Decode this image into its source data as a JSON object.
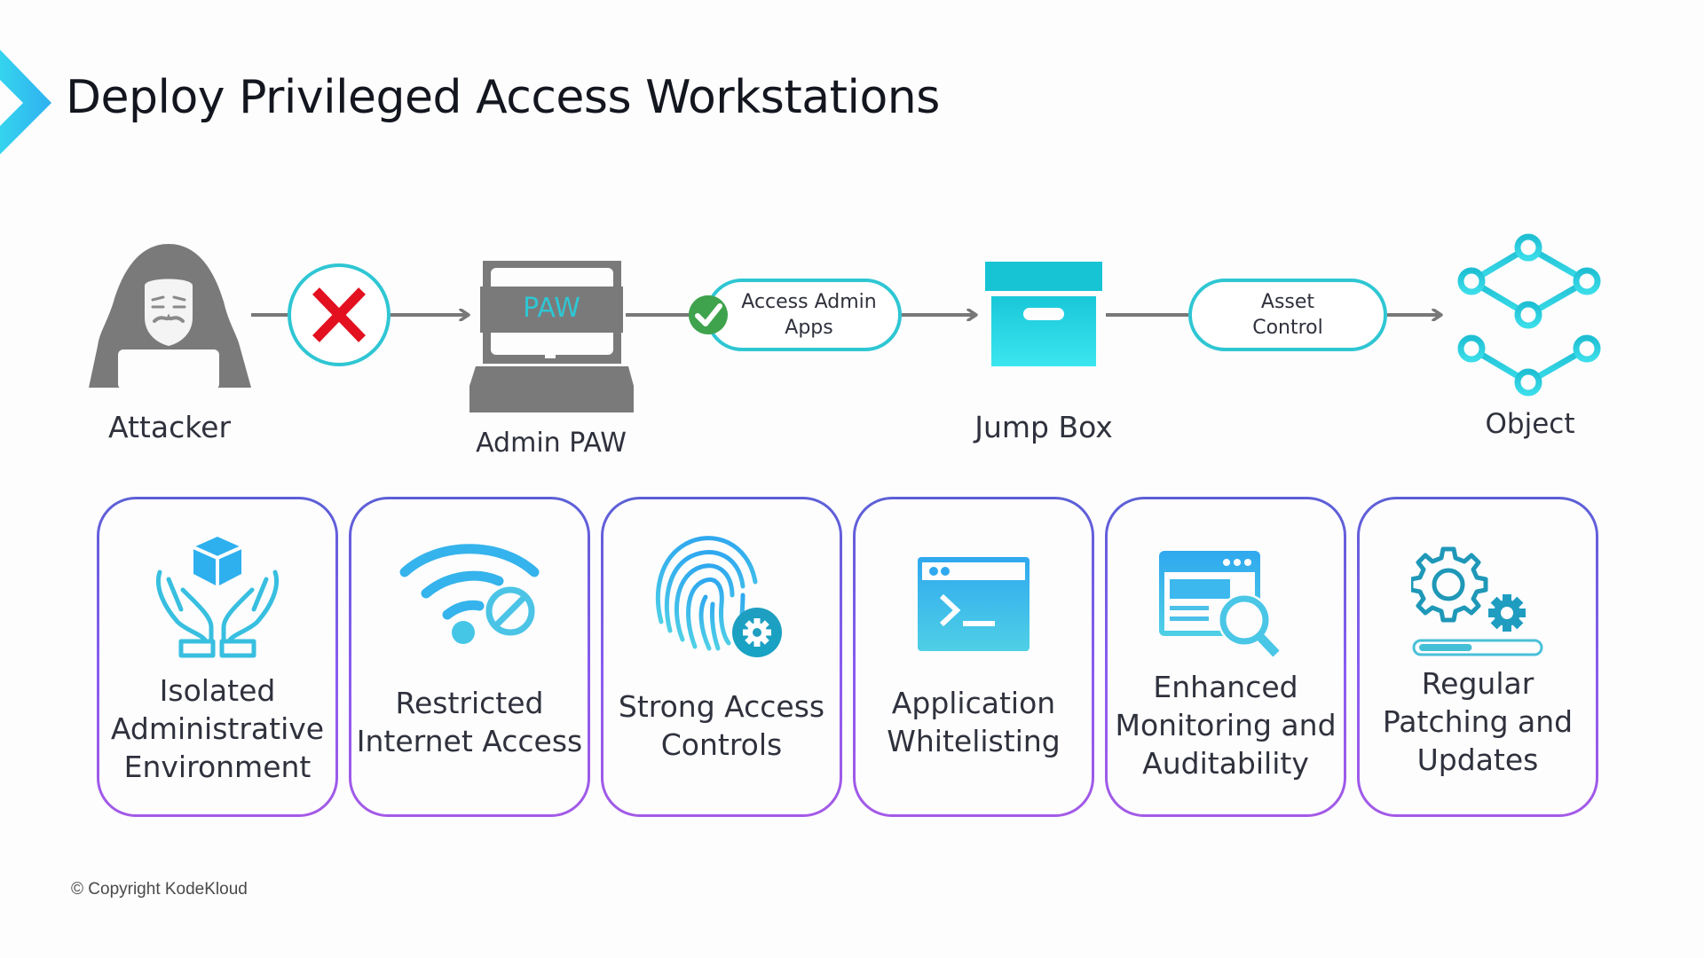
{
  "title": "Deploy Privileged Access Workstations",
  "flow": {
    "attacker": {
      "label": "Attacker",
      "icon": "hooded-hacker-icon"
    },
    "blocked": {
      "icon": "red-x-icon",
      "meaning": "blocked"
    },
    "admin_paw": {
      "label": "Admin PAW",
      "screen_text": "PAW",
      "icon": "laptop-icon"
    },
    "access_admin_apps": {
      "lines": [
        "Access Admin",
        "Apps"
      ],
      "badge_icon": "green-check-icon"
    },
    "jump_box": {
      "label": "Jump Box",
      "icon": "archive-box-icon"
    },
    "asset_control": {
      "lines": [
        "Asset",
        "Control"
      ]
    },
    "object": {
      "label": "Object",
      "icon": "network-cube-icon"
    }
  },
  "cards": [
    {
      "icon": "hands-holding-cube-icon",
      "lines": [
        "Isolated",
        "Administrative",
        "Environment"
      ]
    },
    {
      "icon": "wifi-blocked-icon",
      "lines": [
        "Restricted",
        "Internet Access"
      ]
    },
    {
      "icon": "fingerprint-gear-icon",
      "lines": [
        "Strong Access",
        "Controls"
      ]
    },
    {
      "icon": "terminal-window-icon",
      "lines": [
        "Application",
        "Whitelisting"
      ]
    },
    {
      "icon": "browser-magnifier-icon",
      "lines": [
        "Enhanced",
        "Monitoring and",
        "Auditability"
      ]
    },
    {
      "icon": "gears-progress-icon",
      "lines": [
        "Regular",
        "Patching and",
        "Updates"
      ],
      "progress_fraction": 0.45
    }
  ],
  "colors": {
    "accent_cyan": "#2fc6d3",
    "icon_blue": "#3bb5ea",
    "gray": "#787878",
    "error_red": "#e3101f",
    "success_green": "#3fa34d",
    "card_border_top": "#5b5fd6",
    "card_border_bottom": "#a45ae6"
  },
  "footer": {
    "copyright": "© Copyright KodeKloud"
  }
}
